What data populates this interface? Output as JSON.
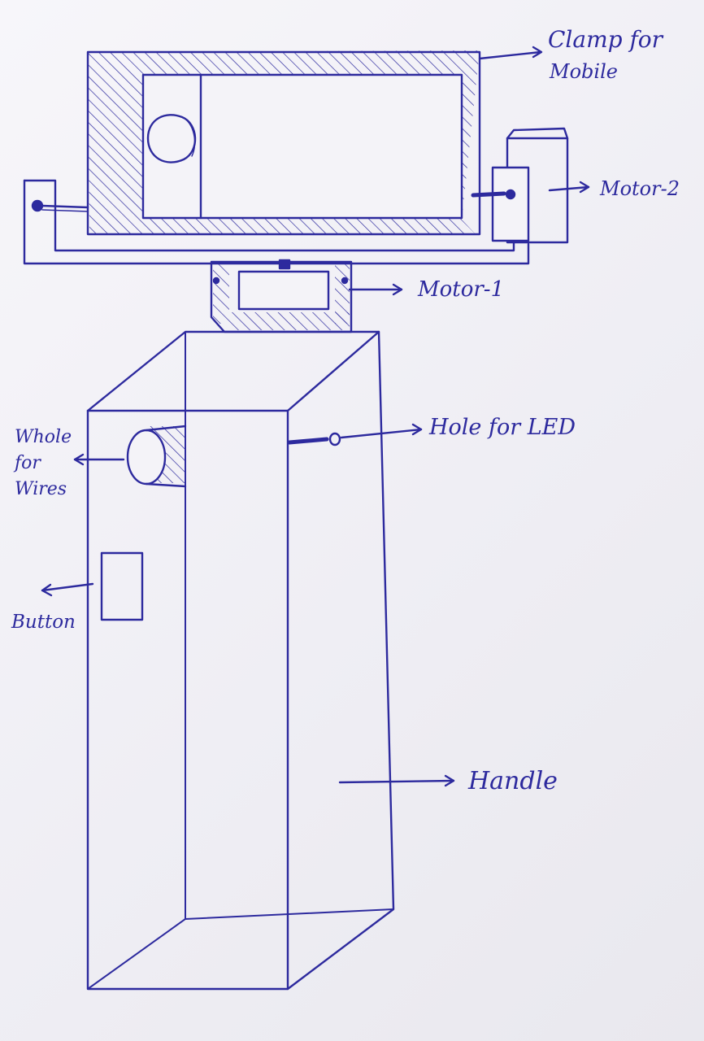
{
  "colors": {
    "ink": "#2d2a9e",
    "paper": "#f3f2f6"
  },
  "labels": {
    "clamp_line1": "Clamp for",
    "clamp_line2": "Mobile",
    "motor2": "Motor-2",
    "motor1": "Motor-1",
    "hole_led": "Hole for LED",
    "whole_line1": "Whole",
    "whole_line2": "for",
    "whole_line3": "Wires",
    "button": "Button",
    "handle": "Handle"
  }
}
